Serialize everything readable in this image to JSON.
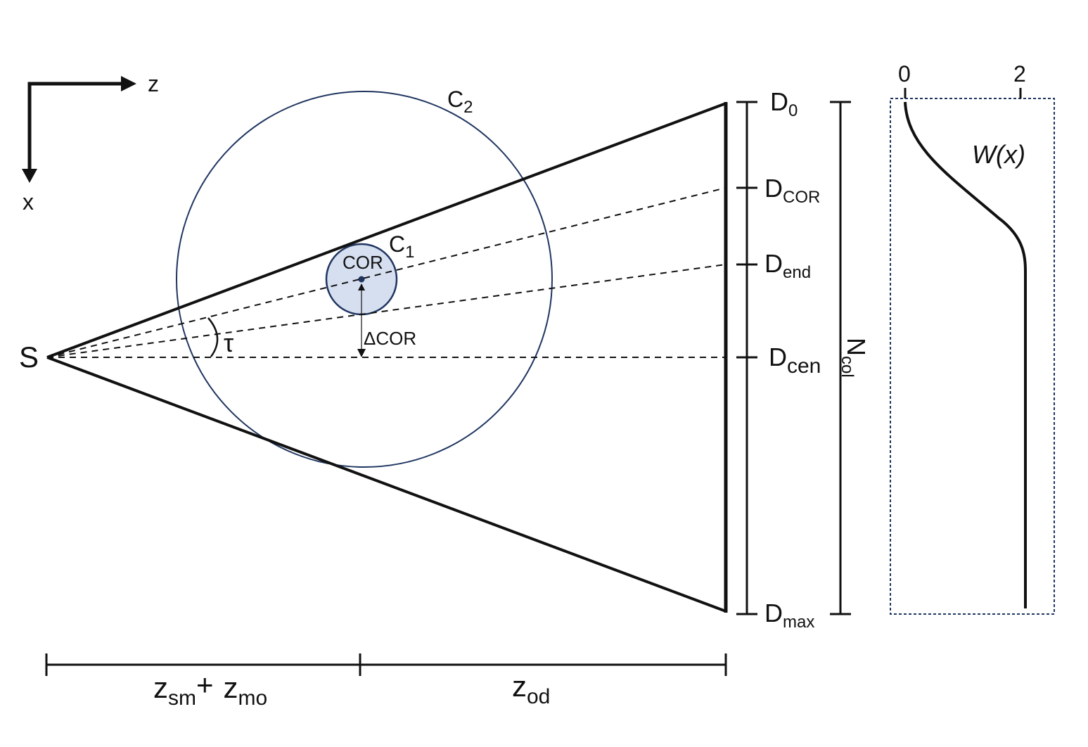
{
  "axes": {
    "z": "z",
    "x": "x"
  },
  "source": "S",
  "circles": {
    "outer": {
      "base": "C",
      "sub": "2"
    },
    "inner": {
      "base": "C",
      "sub": "1"
    },
    "cor": "COR"
  },
  "angle": "τ",
  "delta_cor": "ΔCOR",
  "detector": {
    "d0": {
      "base": "D",
      "sub": "0"
    },
    "dcor": {
      "base": "D",
      "sub": "COR"
    },
    "dend": {
      "base": "D",
      "sub": "end"
    },
    "dcen": {
      "base": "D",
      "sub": "cen"
    },
    "dmax": {
      "base": "D",
      "sub": "max"
    }
  },
  "ncol": {
    "base": "N",
    "sub": "col"
  },
  "distances": {
    "zsm": {
      "base": "z",
      "sub": "sm"
    },
    "plus": "+",
    "zmo": {
      "base": "z",
      "sub": "mo"
    },
    "zod": {
      "base": "z",
      "sub": "od"
    }
  },
  "weight_plot": {
    "label": "W(x)",
    "tick0": "0",
    "tick2": "2"
  },
  "colors": {
    "line": "#111111",
    "circle_stroke": "#1f3560",
    "inner_fill": "#d6dff0",
    "box_stroke": "#1f3560"
  }
}
